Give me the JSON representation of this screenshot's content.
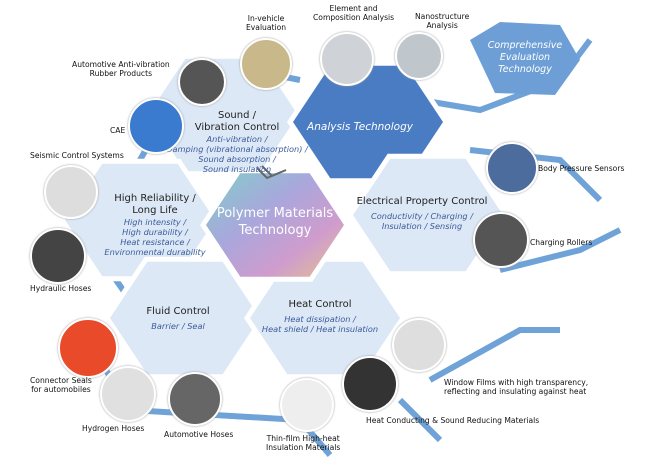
{
  "center": {
    "title_line1": "Polymer Materials",
    "title_line2": "Technology"
  },
  "analysis": {
    "title": "Analysis Technology"
  },
  "comprehensive": {
    "line1": "Comprehensive",
    "line2": "Evaluation",
    "line3": "Technology"
  },
  "sound": {
    "title_line1": "Sound /",
    "title_line2": "Vibration Control",
    "sub": [
      "Anti-vibration /",
      "Damping (vibrational absorption) /",
      "Sound absorption /",
      "Sound insulation"
    ]
  },
  "reliability": {
    "title_line1": "High Reliability /",
    "title_line2": "Long Life",
    "sub": [
      "High intensity /",
      "High durability /",
      "Heat resistance /",
      "Environmental durability"
    ]
  },
  "electrical": {
    "title": "Electrical Property Control",
    "sub": [
      "Conductivity / Charging /",
      "Insulation / Sensing"
    ]
  },
  "fluid": {
    "title": "Fluid Control",
    "sub": [
      "Barrier / Seal"
    ]
  },
  "heat": {
    "title": "Heat Control",
    "sub": [
      "Heat dissipation /",
      "Heat shield / Heat insulation"
    ]
  },
  "labels": {
    "invehicle": [
      "In-vehicle",
      "Evaluation"
    ],
    "element": [
      "Element and",
      "Composition Analysis"
    ],
    "nano": [
      "Nanostructure",
      "Analysis"
    ],
    "rubber": [
      "Automotive Anti-vibration",
      "Rubber Products"
    ],
    "cae": "CAE",
    "seismic": "Seismic Control Systems",
    "hydraulic": "Hydraulic Hoses",
    "connector": [
      "Connector Seals",
      "for automobiles"
    ],
    "hydrogen": "Hydrogen Hoses",
    "autohoses": "Automotive Hoses",
    "thinfilm": [
      "Thin-film High-heat",
      "Insulation Materials"
    ],
    "heatcond": "Heat Conducting & Sound Reducing Materials",
    "window": [
      "Window Films with high transparency,",
      "reflecting and insulating against heat"
    ],
    "charging": "Charging Rollers",
    "body": "Body Pressure Sensors"
  },
  "colors": {
    "line": "#6fa3d8",
    "hex": "#dce8f6",
    "analysis": "#4a7cc4",
    "comp": "#6d9fd6"
  }
}
